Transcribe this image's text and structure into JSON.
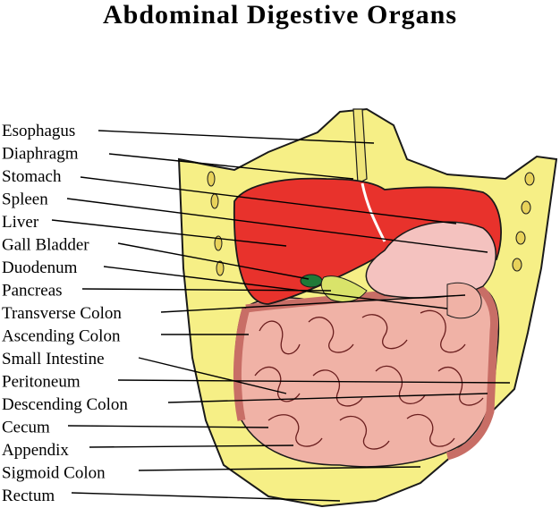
{
  "title": "Abdominal Digestive Organs",
  "colors": {
    "body_fill": "#f6ef86",
    "outline": "#1a1a1a",
    "liver": "#e8322c",
    "stomach": "#f4c2bf",
    "intestine": "#f0b2a6",
    "gallbladder": "#1f7a38",
    "pancreas": "#d9e36a"
  },
  "labels": [
    {
      "id": "esophagus",
      "text": "Esophagus"
    },
    {
      "id": "diaphragm",
      "text": "Diaphragm"
    },
    {
      "id": "stomach",
      "text": "Stomach"
    },
    {
      "id": "spleen",
      "text": "Spleen"
    },
    {
      "id": "liver",
      "text": "Liver"
    },
    {
      "id": "gall-bladder",
      "text": "Gall Bladder"
    },
    {
      "id": "duodenum",
      "text": "Duodenum"
    },
    {
      "id": "pancreas",
      "text": "Pancreas"
    },
    {
      "id": "transverse-colon",
      "text": "Transverse Colon"
    },
    {
      "id": "ascending-colon",
      "text": "Ascending Colon"
    },
    {
      "id": "small-intestine",
      "text": "Small Intestine"
    },
    {
      "id": "peritoneum",
      "text": "Peritoneum"
    },
    {
      "id": "descending-colon",
      "text": "Descending Colon"
    },
    {
      "id": "cecum",
      "text": "Cecum"
    },
    {
      "id": "appendix",
      "text": "Appendix"
    },
    {
      "id": "sigmoid-colon",
      "text": "Sigmoid Colon"
    },
    {
      "id": "rectum",
      "text": "Rectum"
    }
  ]
}
